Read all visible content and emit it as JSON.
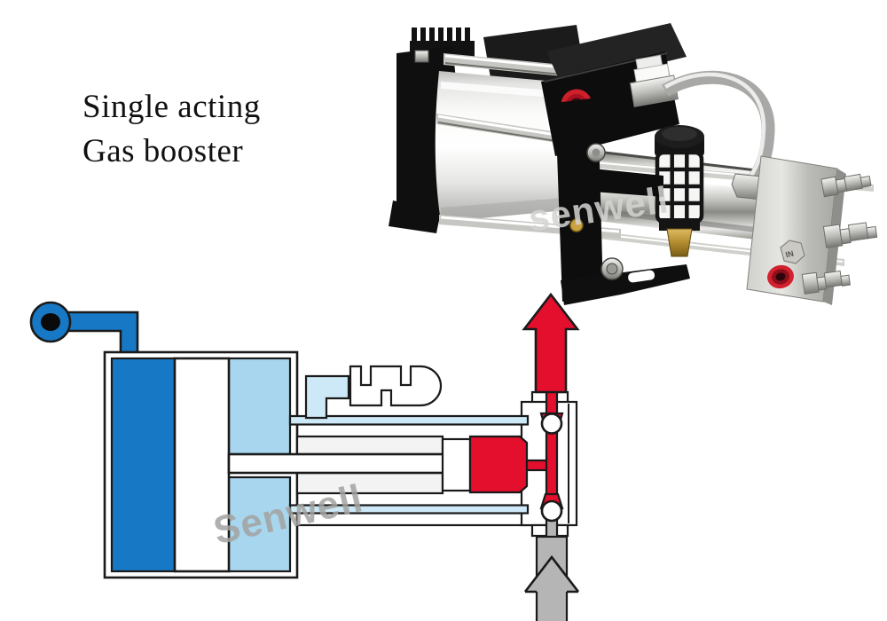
{
  "title": {
    "line1": "Single acting",
    "line2": "Gas booster"
  },
  "photo": {
    "watermark": "senwell",
    "inlet_port_label": "IN"
  },
  "schematic": {
    "watermark": "Senwell",
    "colors": {
      "drive_air": "#1779c6",
      "drive_air_light": "#a8d6ef",
      "air_channel": "#cde8f7",
      "high_pressure": "#e30f2d",
      "suction_gray": "#b5b5b5",
      "outline": "#1a1a1a",
      "photo_port_red": "#cf1f2b"
    }
  }
}
